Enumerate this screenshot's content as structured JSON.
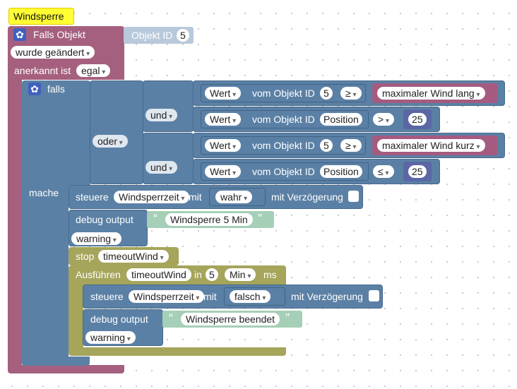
{
  "comment": "Windsperre",
  "trigger": {
    "falls_objekt": "Falls Objekt",
    "objekt_id": "Objekt ID",
    "objekt_num": "5",
    "wurde": "wurde geändert",
    "anerkannt": "anerkannt ist",
    "egal": "egal"
  },
  "if": {
    "falls": "falls",
    "mache": "mache",
    "oder": "oder",
    "und": "und",
    "rows": [
      {
        "wert": "Wert",
        "vom": "vom Objekt ID",
        "id": "5",
        "op": "≥",
        "val": "maximaler Wind lang"
      },
      {
        "wert": "Wert",
        "vom": "vom Objekt ID",
        "id": "Position",
        "op": ">",
        "val": "25"
      },
      {
        "wert": "Wert",
        "vom": "vom Objekt ID",
        "id": "5",
        "op": "≥",
        "val": "maximaler Wind kurz"
      },
      {
        "wert": "Wert",
        "vom": "vom Objekt ID",
        "id": "Position",
        "op": "≤",
        "val": "25"
      }
    ]
  },
  "control1": {
    "steuere": "steuere",
    "var": "Windsperrzeit",
    "mit": "mit",
    "val": "wahr",
    "delay": "mit Verzögerung"
  },
  "debug1": {
    "label": "debug output",
    "text": "Windsperre 5 Min",
    "level": "warning"
  },
  "stop": {
    "label": "stop",
    "var": "timeoutWind"
  },
  "timeout": {
    "label": "Ausführen",
    "var": "timeoutWind",
    "in": "in",
    "num": "5",
    "unit": "Min",
    "ms": "ms"
  },
  "control2": {
    "steuere": "steuere",
    "var": "Windsperrzeit",
    "mit": "mit",
    "val": "falsch",
    "delay": "mit Verzögerung"
  },
  "debug2": {
    "label": "debug output",
    "text": "Windsperre beendet",
    "level": "warning"
  },
  "colors": {
    "trigger": "#a5607f",
    "logic": "#5b80a5",
    "timer": "#a5a55b",
    "text": "#a5cfb6",
    "var_pink": "#a55b80",
    "math": "#5b67a5"
  }
}
